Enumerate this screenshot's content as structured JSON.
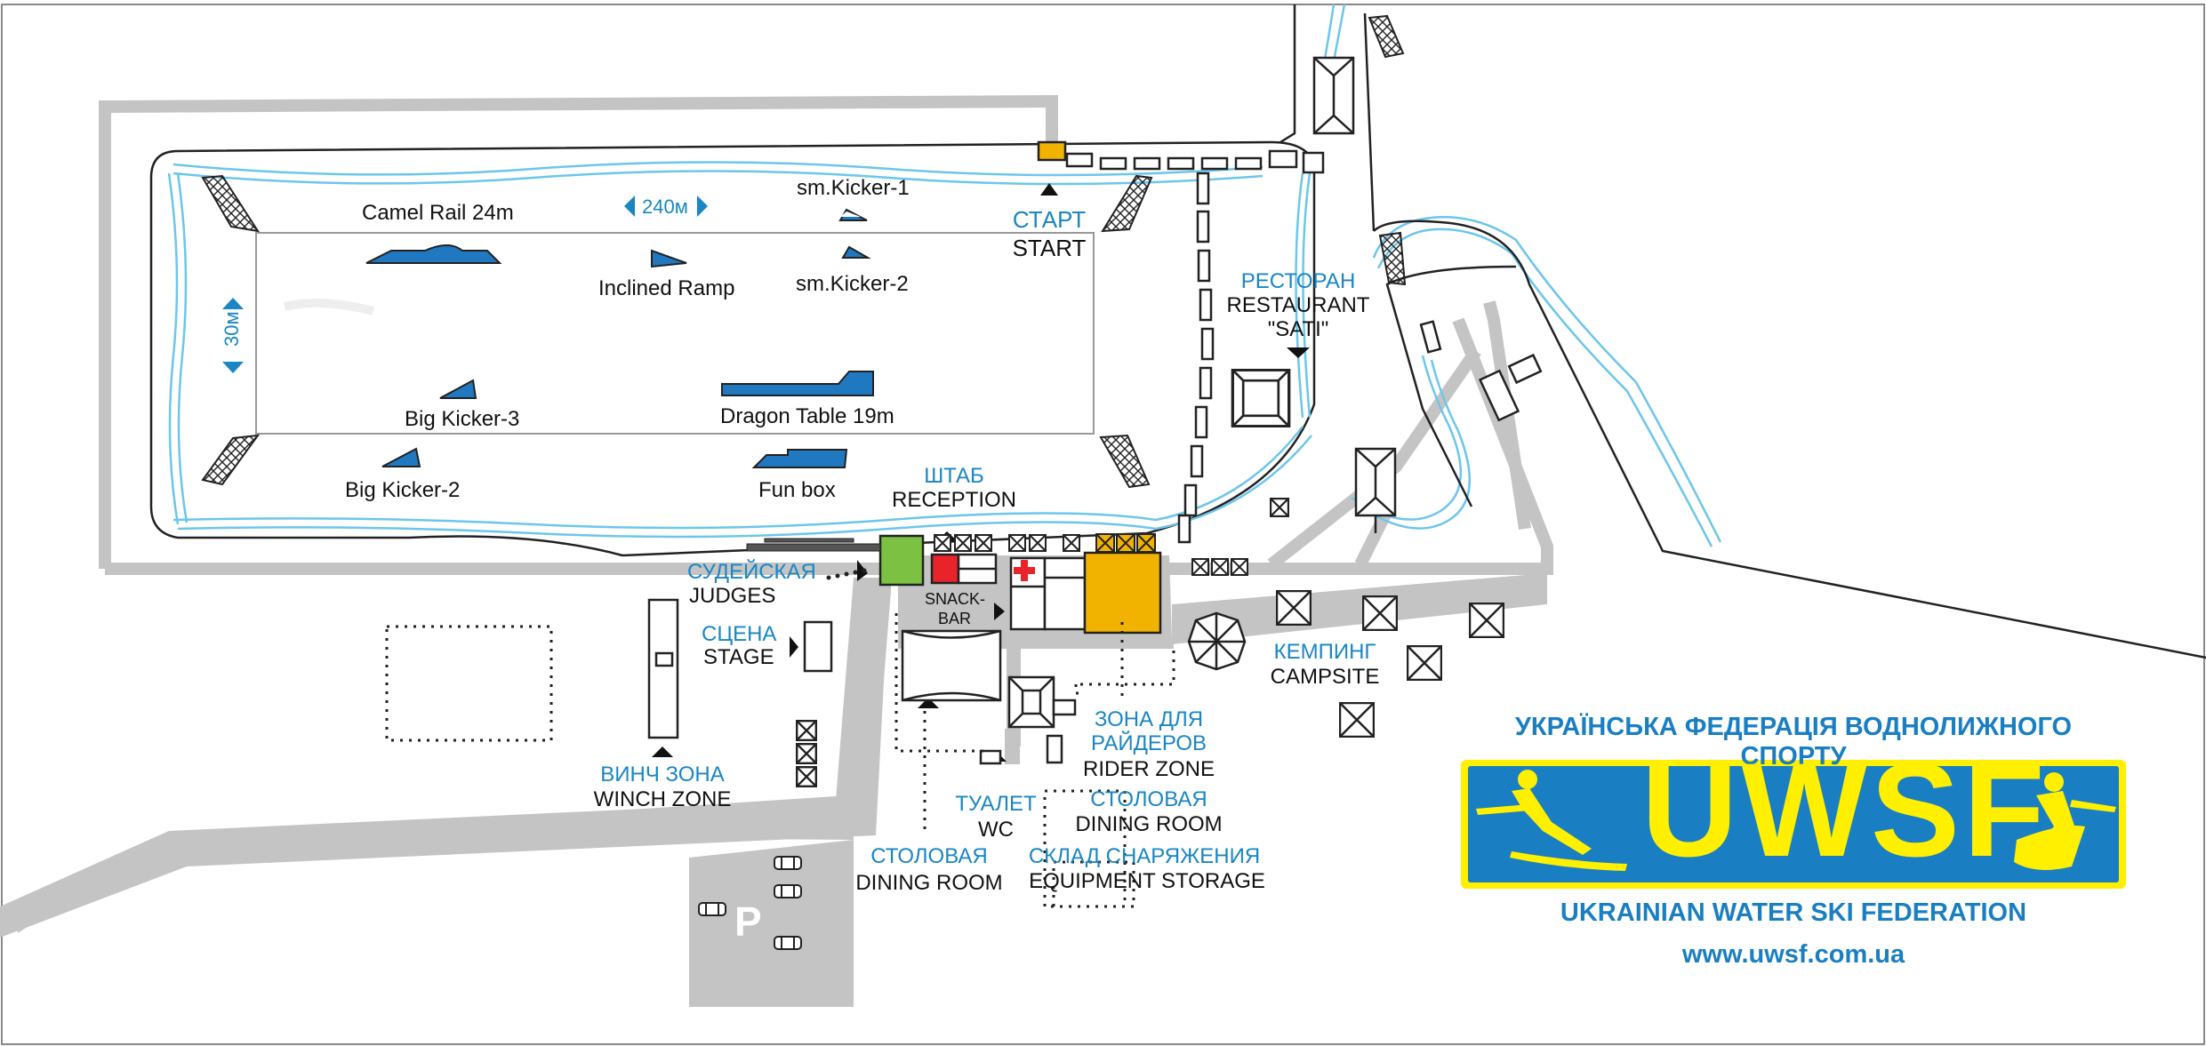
{
  "labels": {
    "camel_rail": "Camel Rail 24m",
    "length_240": "240м",
    "width_30": "30м",
    "sm_kicker_1": "sm.Kicker-1",
    "sm_kicker_2": "sm.Kicker-2",
    "inclined_ramp": "Inclined Ramp",
    "big_kicker_3": "Big Kicker-3",
    "dragon_table": "Dragon Table 19m",
    "big_kicker_2": "Big Kicker-2",
    "fun_box": "Fun box",
    "start_ua": "СТАРТ",
    "start_en": "START",
    "restaurant_ua": "РЕСТОРАН",
    "restaurant_en": "RESTAURANT",
    "restaurant_name": "\"SATI\"",
    "reception_ua": "ШТАБ",
    "reception_en": "RECEPTION",
    "judges_ua": "СУДЕЙСКАЯ",
    "judges_en": "JUDGES",
    "snack_bar_1": "SNACK-",
    "snack_bar_2": "BAR",
    "stage_ua": "СЦЕНА",
    "stage_en": "STAGE",
    "winch_ua": "ВИНЧ ЗОНА",
    "winch_en": "WINCH ZONE",
    "camping_ua": "КЕМПИНГ",
    "camping_en": "CAMPSITE",
    "rider_zone_ua_1": "ЗОНА ДЛЯ",
    "rider_zone_ua_2": "РАЙДЕРОВ",
    "rider_zone_en": "RIDER ZONE",
    "dining_right_ua": "СТОЛОВАЯ",
    "dining_right_en": "DINING ROOM",
    "wc_ua": "ТУАЛЕТ",
    "wc_en": "WC",
    "dining_left_ua": "СТОЛОВАЯ",
    "dining_left_en": "DINING ROOM",
    "storage_ua": "СКЛАД СНАРЯЖЕНИЯ",
    "storage_en": "EQUIPMENT STORAGE",
    "parking": "P"
  },
  "organization": {
    "name_ua": "УКРАЇНСЬКА ФЕДЕРАЦІЯ ВОДНОЛИЖНОГО СПОРТУ",
    "logo": "UWSF",
    "name_en": "UKRAINIAN  WATER SKI  FEDERATION",
    "website": "www.uwsf.com.ua"
  },
  "icons": {
    "first_aid": "red-cross-icon",
    "direction": "triangle-marker-icon",
    "pylon": "lattice-tower-icon"
  },
  "colors": {
    "water": "#6cc6ec",
    "road": "#c4c4c4",
    "accent_blue": "#1a86c4",
    "ramp": "#1f78c0",
    "judges_tower": "#7cc142",
    "rider_zone": "#f2b300",
    "reception": "#e8232a",
    "logo_bg": "#1a7fc2",
    "logo_text": "#ffef00"
  }
}
